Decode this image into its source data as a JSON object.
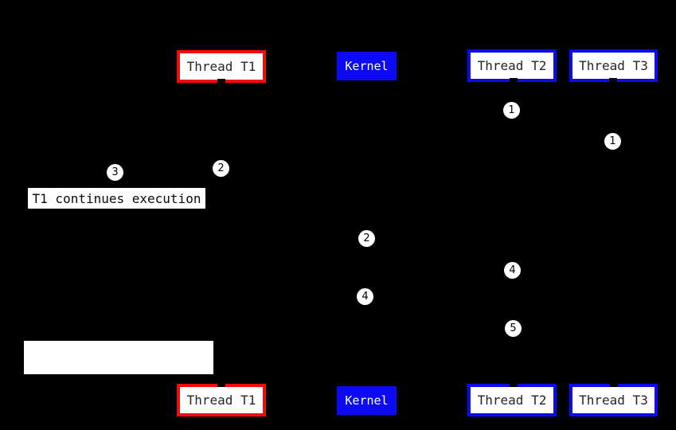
{
  "canvas": {
    "background": "#000000"
  },
  "colors": {
    "thread_t1_border": "#f70909",
    "kernel_fill": "#0b0af2",
    "thread_t2_t3_border": "#0b0af2",
    "box_fill": "#ffffff",
    "box_text": "#262626",
    "kernel_text": "#ffffff",
    "marker_fill": "#ffffff",
    "marker_text": "#000000"
  },
  "lanes": {
    "top": [
      {
        "label": "Thread T1"
      },
      {
        "label": "Kernel"
      },
      {
        "label": "Thread T2"
      },
      {
        "label": "Thread T3"
      }
    ],
    "bottom": [
      {
        "label": "Thread T1"
      },
      {
        "label": "Kernel"
      },
      {
        "label": "Thread T2"
      },
      {
        "label": "Thread T3"
      }
    ]
  },
  "annotation": {
    "text": "T1 continues execution"
  },
  "markers": [
    {
      "label": "1"
    },
    {
      "label": "1"
    },
    {
      "label": "3"
    },
    {
      "label": "2"
    },
    {
      "label": "2"
    },
    {
      "label": "4"
    },
    {
      "label": "4"
    },
    {
      "label": "5"
    }
  ]
}
